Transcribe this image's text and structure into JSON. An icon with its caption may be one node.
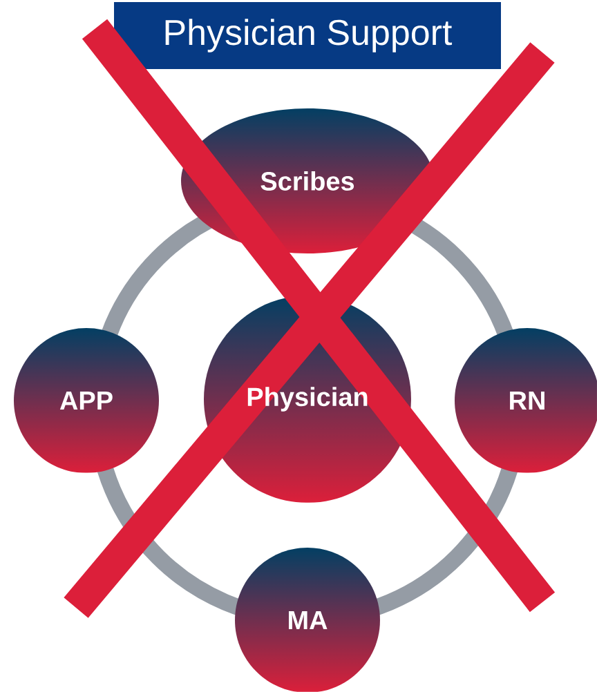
{
  "diagram": {
    "title": "Physician Support",
    "nodes": [
      {
        "text": [
          "Scribes"
        ]
      },
      {
        "text": [
          "APP"
        ]
      },
      {
        "text": [
          "Physician"
        ]
      },
      {
        "text": [
          "RN"
        ]
      },
      {
        "text": [
          "MA"
        ]
      }
    ]
  }
}
